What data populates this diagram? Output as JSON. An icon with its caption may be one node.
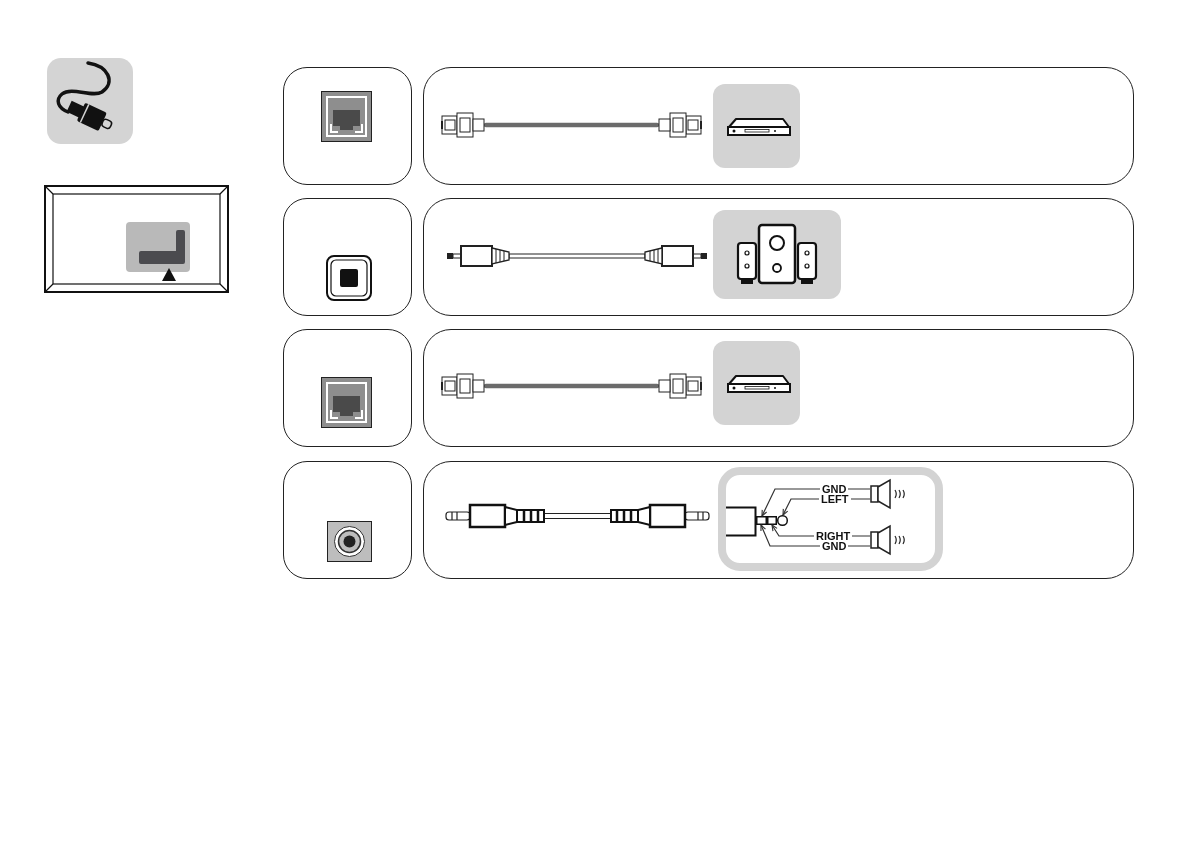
{
  "diagram": {
    "nodes": [
      {
        "text": [],
        "shape": "box"
      },
      {
        "text": [],
        "shape": "box"
      },
      {
        "text": [],
        "shape": "box"
      },
      {
        "text": [],
        "shape": "picture"
      },
      {
        "text": [],
        "shape": "picture"
      }
    ],
    "edges": [
      {
        "from": 3,
        "to": 0,
        "label": "GND",
        "arrow": "to"
      },
      {
        "from": 3,
        "to": 2,
        "label": "LEFT",
        "arrow": "to"
      },
      {
        "from": 4,
        "to": 1,
        "label": "RIGHT",
        "arrow": "to"
      },
      {
        "from": 4,
        "to": 0,
        "label": "GND",
        "arrow": "to"
      }
    ]
  }
}
